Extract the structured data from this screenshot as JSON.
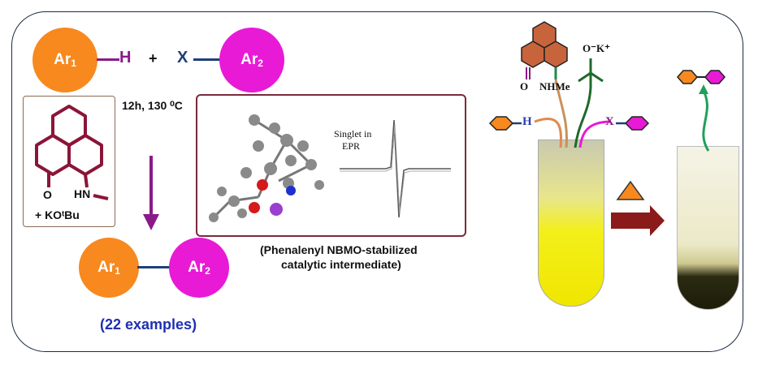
{
  "reaction": {
    "reactant1": {
      "circle": "Ar",
      "sub": "1",
      "atom": "H"
    },
    "plus": "+",
    "reactant2": {
      "atom": "X",
      "circle": "Ar",
      "sub": "2"
    },
    "conditions": "12h, 130 ⁰C",
    "product": {
      "left": "Ar",
      "left_sub": "1",
      "right": "Ar",
      "right_sub": "2"
    },
    "examples": "(22 examples)"
  },
  "catalyst": {
    "o_label": "O",
    "hn_label": "HN",
    "base": "+ KOᵗBu"
  },
  "epr_box": {
    "singlet_line1": "Singlet in",
    "singlet_line2": "EPR",
    "caption_line1": "(Phenalenyl NBMO-stabilized",
    "caption_line2": "catalytic intermediate)"
  },
  "tube_scheme": {
    "o_label": "O",
    "nhme_label": "NHMe",
    "koh_label": "O⁻K⁺",
    "h_label": "H",
    "x_label": "X"
  },
  "colors": {
    "orange": "#f7891f",
    "magenta": "#e81ad6",
    "maroon": "#8b1538",
    "navy": "#1f3f7a",
    "purple": "#8a1a8a",
    "green": "#1f8a4a"
  }
}
